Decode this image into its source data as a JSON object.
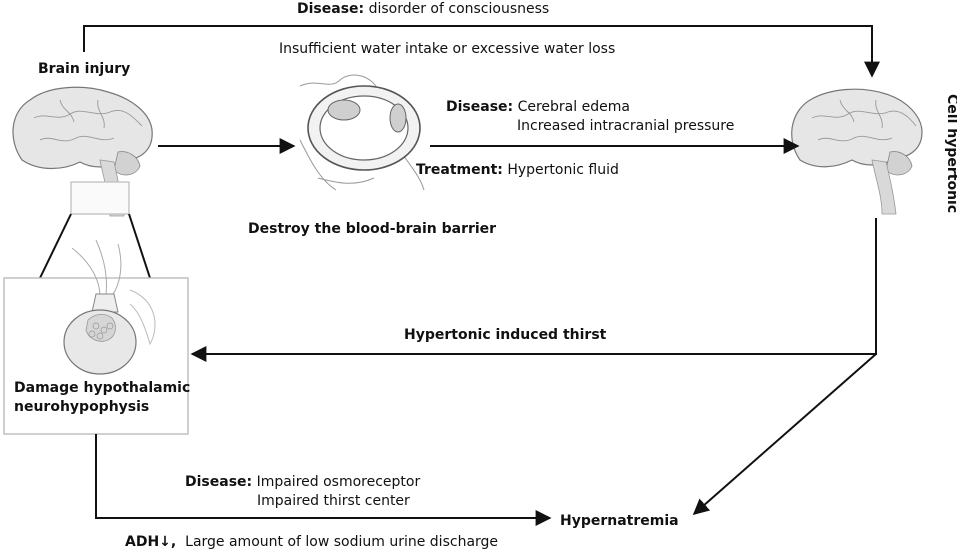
{
  "labels": {
    "brain_injury": "Brain injury",
    "top_disease_key": "Disease:",
    "top_disease_val": "disorder of consciousness",
    "water_loss": "Insufficient water intake or excessive water loss",
    "bbb": "Destroy the blood-brain barrier",
    "mid_disease_key": "Disease:",
    "mid_disease_val1": "Cerebral edema",
    "mid_disease_val2": "Increased intracranial pressure",
    "treatment_key": "Treatment:",
    "treatment_val": "Hypertonic fluid",
    "cell_hypertonic": "Cell hypertonic",
    "thirst": "Hypertonic induced thirst",
    "damage1": "Damage hypothalamic",
    "damage2": "neurohypophysis",
    "bot_disease_key": "Disease:",
    "bot_disease_val1": "Impaired osmoreceptor",
    "bot_disease_val2": "Impaired thirst center",
    "hypernatremia": "Hypernatremia",
    "adh_key": "ADH↓,",
    "adh_val": "Large amount of low sodium urine discharge"
  },
  "icons": {
    "brain_left": "brain-illustration",
    "bbb": "blood-vessel-illustration",
    "brain_right": "brain-illustration",
    "pituitary": "pituitary-illustration"
  }
}
